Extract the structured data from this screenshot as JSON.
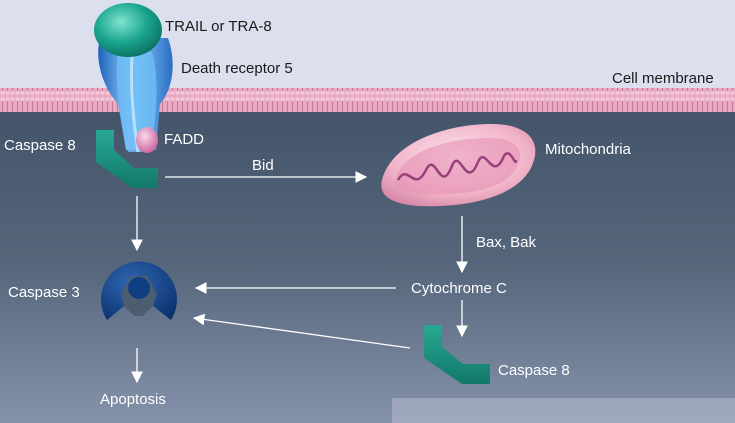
{
  "labels": {
    "ligand": "TRAIL or TRA-8",
    "receptor": "Death receptor 5",
    "membrane": "Cell membrane",
    "caspase8_top": "Caspase 8",
    "fadd": "FADD",
    "bid": "Bid",
    "mitochondria": "Mitochondria",
    "bax_bak": "Bax, Bak",
    "caspase3": "Caspase 3",
    "cytochrome": "Cytochrome C",
    "caspase8_bottom": "Caspase 8",
    "apoptosis": "Apoptosis"
  },
  "colors": {
    "extracellular": "#dcdfee",
    "membrane": "#e9a9c3",
    "cytoplasm": "#4d5d70",
    "ligand": "#1aa58e",
    "receptor": "#4aa0e6",
    "fadd": "#e6a0c8",
    "caspase8": "#1a8f7e",
    "caspase3": "#0f3f82",
    "mitochondria": "#f0b3c8",
    "arrow": "#ffffff"
  }
}
